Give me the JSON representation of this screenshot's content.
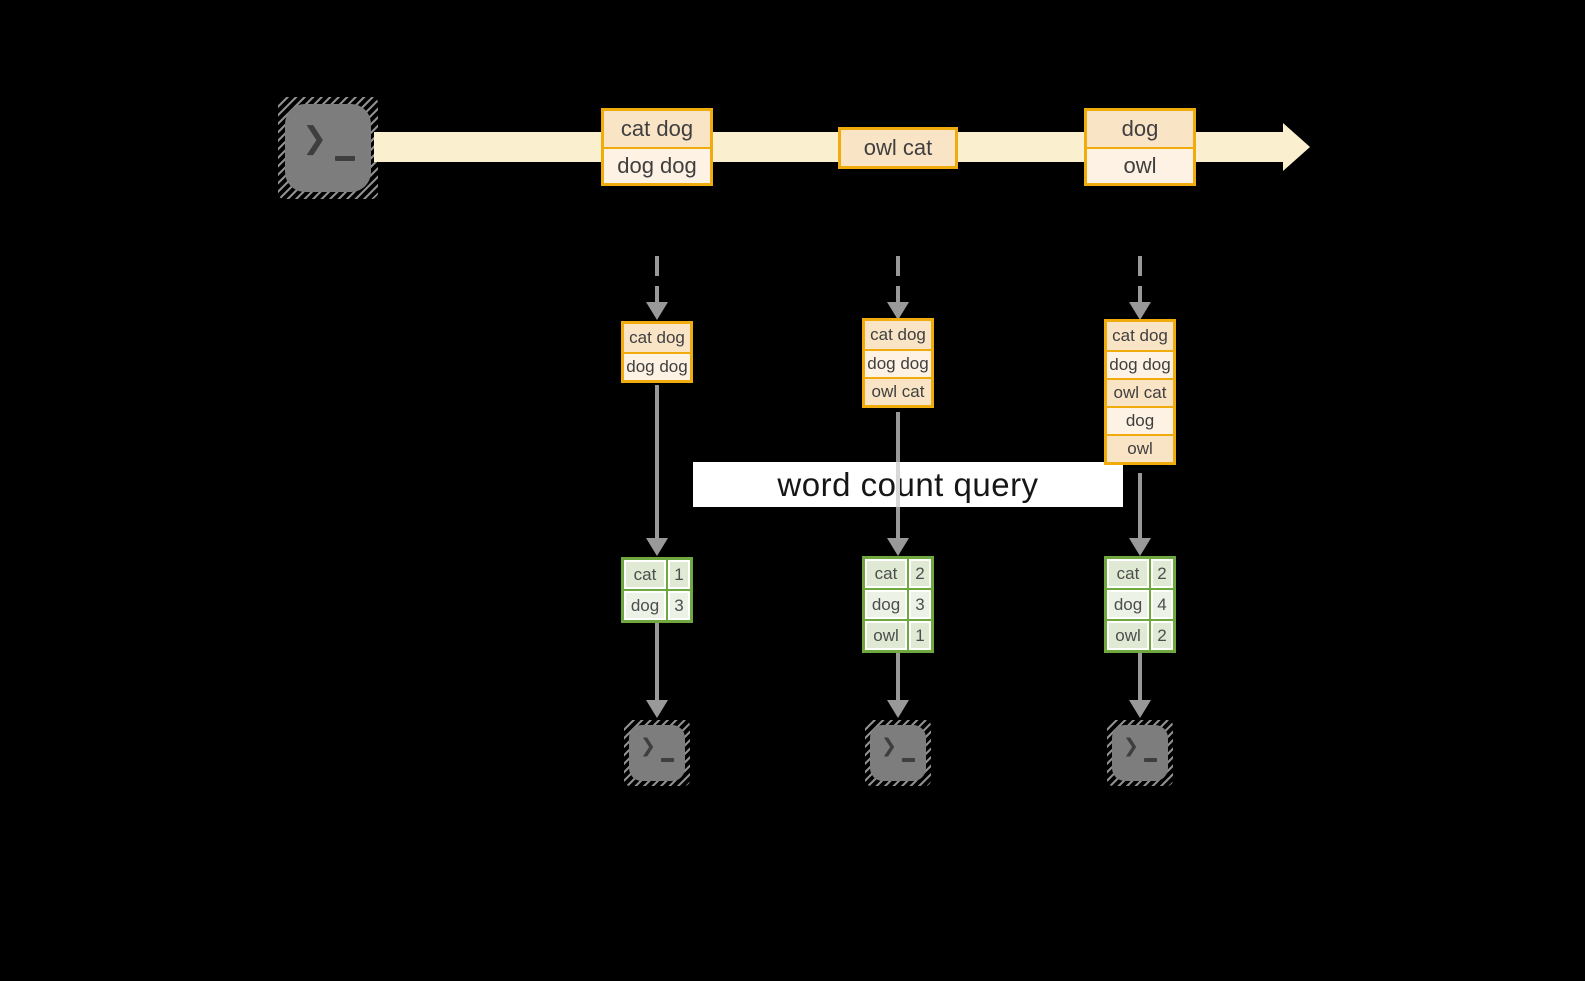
{
  "title": "streaming word count diagram",
  "banner": {
    "label": "word count query"
  },
  "colors": {
    "background": "#000000",
    "stream_band": "#FAF0D0",
    "record_border": "#F0AC0C",
    "record_fill_dark": "#FAE4C6",
    "record_fill_light": "#FDF2E3",
    "table_border": "#6FA83E",
    "table_fill_dark": "#DFE9D3",
    "table_fill_light": "#EDF2E6",
    "arrow_gray": "#999999",
    "terminal_gray": "#7D7D7D",
    "banner_bg": "#FFFFFF"
  },
  "icons": {
    "source": "terminal-icon",
    "sinks": [
      "terminal-icon",
      "terminal-icon",
      "terminal-icon"
    ],
    "glyph_chevron": "❯"
  },
  "stream": {
    "boxes": [
      {
        "rows": [
          "cat dog",
          "dog dog"
        ]
      },
      {
        "rows": [
          "owl cat"
        ]
      },
      {
        "rows": [
          "dog",
          "owl"
        ]
      }
    ]
  },
  "columns": [
    {
      "buffer": [
        "cat dog",
        "dog dog"
      ],
      "counts": [
        {
          "word": "cat",
          "count": "1"
        },
        {
          "word": "dog",
          "count": "3"
        }
      ]
    },
    {
      "buffer": [
        "cat dog",
        "dog dog",
        "owl cat"
      ],
      "counts": [
        {
          "word": "cat",
          "count": "2"
        },
        {
          "word": "dog",
          "count": "3"
        },
        {
          "word": "owl",
          "count": "1"
        }
      ]
    },
    {
      "buffer": [
        "cat dog",
        "dog dog",
        "owl cat",
        "dog",
        "owl"
      ],
      "counts": [
        {
          "word": "cat",
          "count": "2"
        },
        {
          "word": "dog",
          "count": "4"
        },
        {
          "word": "owl",
          "count": "2"
        }
      ]
    }
  ]
}
